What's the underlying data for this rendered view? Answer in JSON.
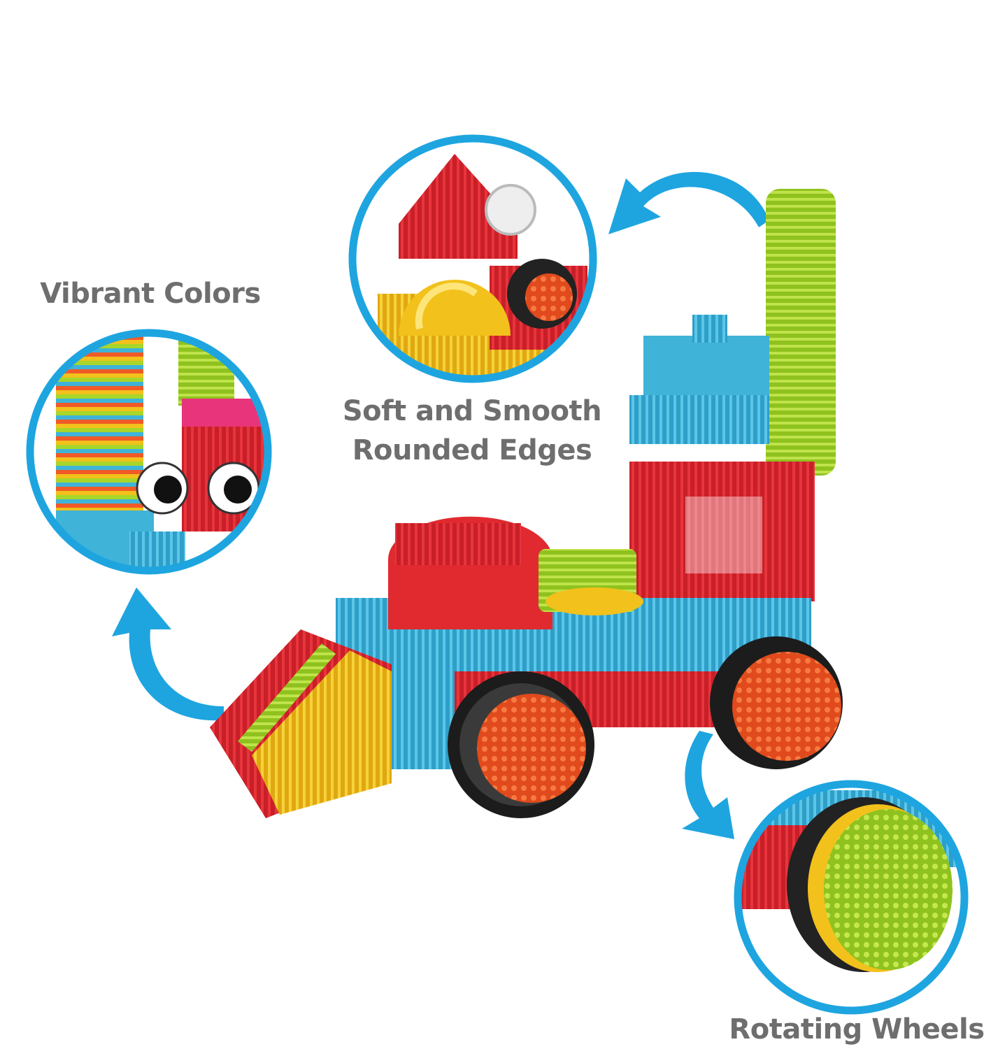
{
  "callouts": {
    "vibrant": "Vibrant Colors",
    "soft_line1": "Soft and Smooth",
    "soft_line2": "Rounded Edges",
    "wheels": "Rotating Wheels"
  },
  "colors": {
    "accent_blue": "#1ea5e0",
    "label_gray": "#6e6e6e",
    "block_red": "#d9262e",
    "block_cyan": "#3fb3d8",
    "block_lime": "#a8d62a",
    "block_yellow": "#f2c11b",
    "block_orange": "#f05a28"
  }
}
